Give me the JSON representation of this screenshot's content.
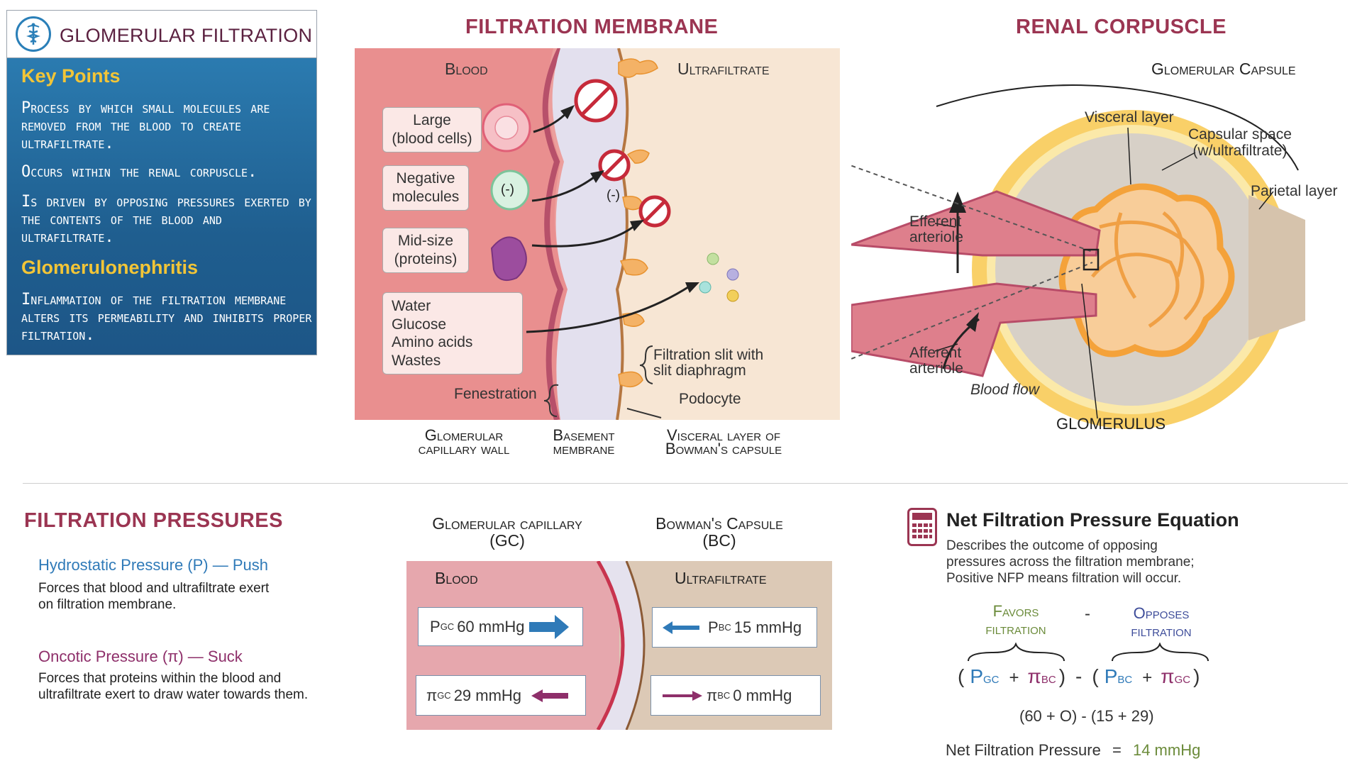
{
  "key_points": {
    "title": "GLOMERULAR FILTRATION",
    "heading_1": "Key Points",
    "point_1": "Process by which small molecules are removed from the blood to create ultrafiltrate.",
    "point_2": "Occurs within the renal corpuscle.",
    "point_3": "Is driven by opposing pressures exerted by the contents of the blood and ultrafiltrate.",
    "heading_2": "Glomerulonephritis",
    "point_4": "Inflammation of the filtration membrane alters its permeability and inhibits proper filtration."
  },
  "membrane": {
    "title": "FILTRATION MEMBRANE",
    "blood_label": "Blood",
    "ultra_label": "Ultrafiltrate",
    "large_line1": "Large",
    "large_line2": "(blood cells)",
    "neg_line1": "Negative",
    "neg_line2": "molecules",
    "neg_symbol": "(-)",
    "neg_symbol_membrane": "(-)",
    "mid_line1": "Mid-size",
    "mid_line2": "(proteins)",
    "small_items": [
      "Water",
      "Glucose",
      "Amino acids",
      "Wastes"
    ],
    "slit_line1": "Filtration slit with",
    "slit_line2": "slit diaphragm",
    "fenestration": "Fenestration",
    "podocyte": "Podocyte",
    "bottom_1_line1": "Glomerular",
    "bottom_1_line2": "capillary wall",
    "bottom_2_line1": "Basement",
    "bottom_2_line2": "membrane",
    "bottom_3_line1": "Visceral layer of",
    "bottom_3_line2": "Bowman's capsule"
  },
  "corpuscle": {
    "title": "RENAL CORPUSCLE",
    "capsule": "Glomerular Capsule",
    "visceral": "Visceral layer",
    "capsular_line1": "Capsular space",
    "capsular_line2": "(w/ultrafiltrate)",
    "parietal": "Parietal layer",
    "efferent_line1": "Efferent",
    "efferent_line2": "arteriole",
    "afferent_line1": "Afferent",
    "afferent_line2": "arteriole",
    "blood_flow": "Blood flow",
    "glomerulus": "GLOMERULUS"
  },
  "pressures": {
    "title": "FILTRATION PRESSURES",
    "hydro_title": "Hydrostatic Pressure (P) — Push",
    "hydro_line1": "Forces that blood and ultrafiltrate exert",
    "hydro_line2": "on filtration membrane.",
    "onco_title": "Oncotic Pressure (π) — Suck",
    "onco_line1": "Forces that proteins within the blood and",
    "onco_line2": "ultrafiltrate exert to draw water towards them.",
    "gc_line1": "Glomerular capillary",
    "gc_line2": "(GC)",
    "bc_line1": "Bowman's Capsule",
    "bc_line2": "(BC)",
    "blood": "Blood",
    "ultra": "Ultrafiltrate",
    "p_symbol": "P",
    "pi_symbol": "π",
    "gc_sub": "GC",
    "bc_sub": "BC",
    "pgc_value": "60 mmHg",
    "pbc_value": "15 mmHg",
    "pigc_value": "29 mmHg",
    "pibc_value": "0 mmHg"
  },
  "equation": {
    "title": "Net Filtration Pressure Equation",
    "desc_line1": "Describes the outcome of opposing",
    "desc_line2": "pressures across the filtration membrane;",
    "desc_line3": "Positive NFP means filtration will occur.",
    "favors_line1": "Favors",
    "favors_line2": "filtration",
    "minus": "-",
    "opposes_line1": "Opposes",
    "opposes_line2": "filtration",
    "lparen": "(",
    "rparen": ")",
    "plus": "+",
    "numeric": "(60 + O) - (15 + 29)",
    "result_label": "Net Filtration Pressure",
    "equals": "=",
    "result_value": "14 mmHg"
  }
}
